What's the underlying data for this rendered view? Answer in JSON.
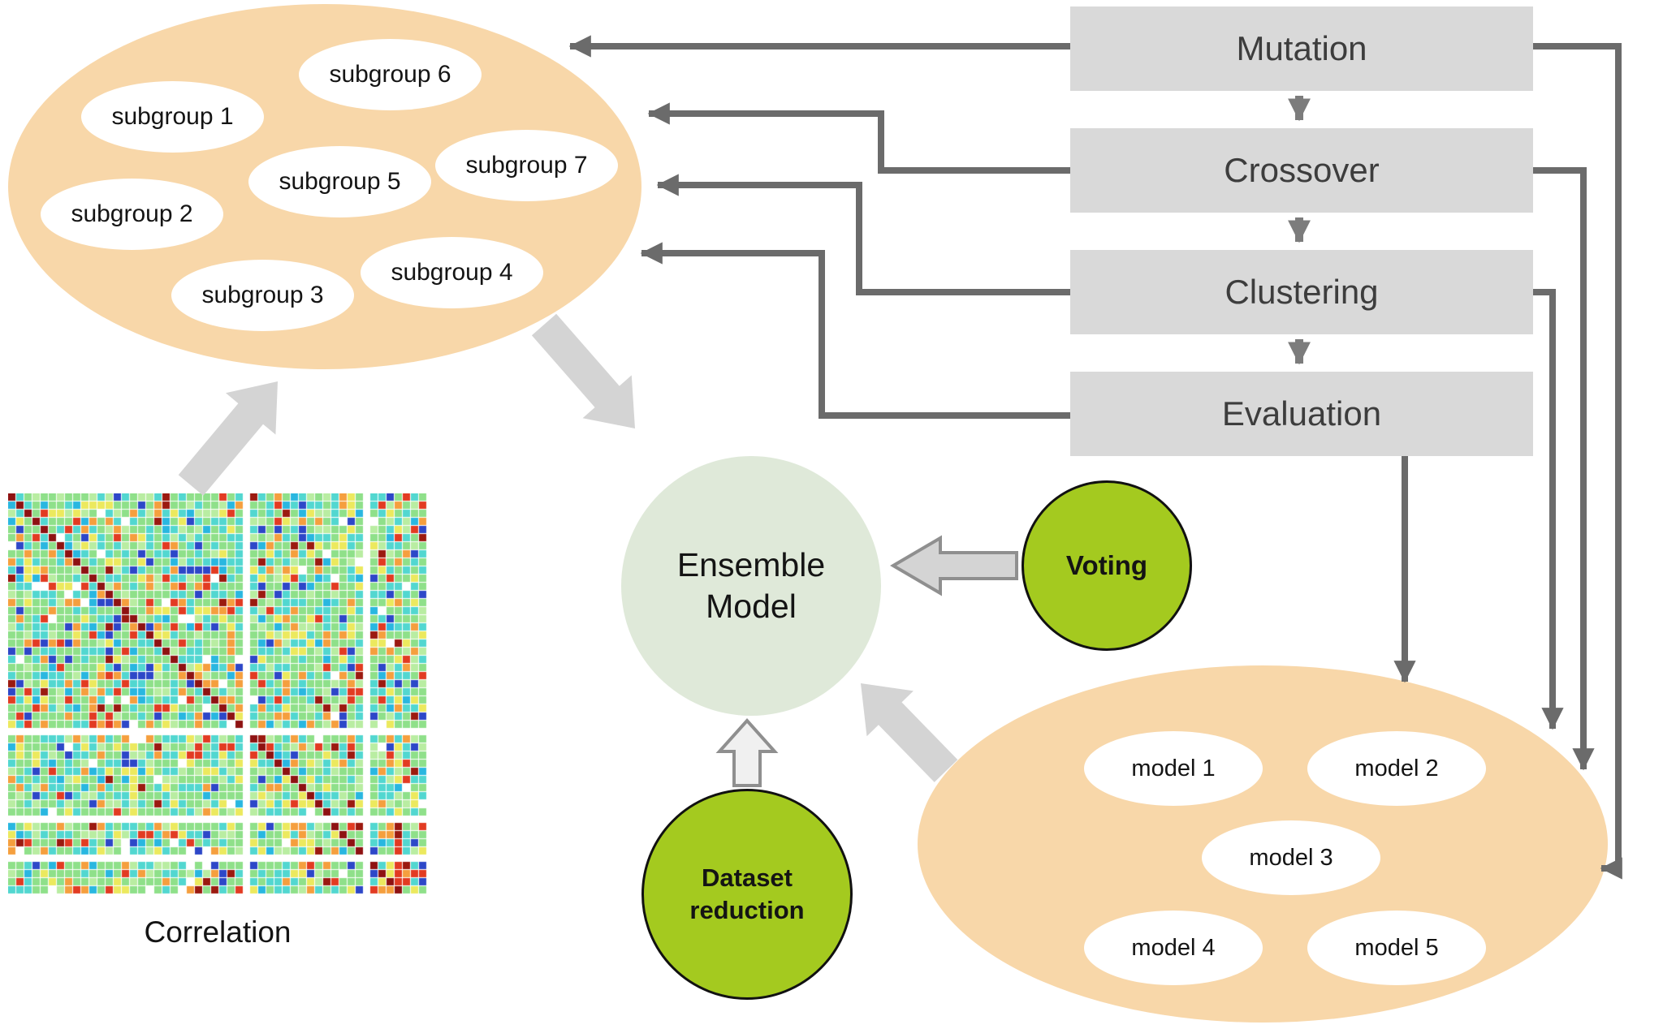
{
  "colors": {
    "peach": "#f8d7a9",
    "node-white": "#ffffff",
    "box-gray": "#d9d9d9",
    "box-text": "#3d3d3d",
    "ensemble-green": "#dfe9d9",
    "accent-green": "#a4ca1f",
    "arrow-dark": "#6b6b6b",
    "arrow-mid": "#7c7c7c",
    "arrow-light": "#d4d4d4",
    "arrow-outline": "#8f8f8f",
    "text-dark": "#141414"
  },
  "pipeline": {
    "steps": [
      {
        "label": "Mutation"
      },
      {
        "label": "Crossover"
      },
      {
        "label": "Clustering"
      },
      {
        "label": "Evaluation"
      }
    ]
  },
  "subgroup_pool": {
    "subgroups": [
      {
        "label": "subgroup 1"
      },
      {
        "label": "subgroup 2"
      },
      {
        "label": "subgroup 3"
      },
      {
        "label": "subgroup 4"
      },
      {
        "label": "subgroup 5"
      },
      {
        "label": "subgroup 6"
      },
      {
        "label": "subgroup 7"
      }
    ]
  },
  "model_pool": {
    "models": [
      {
        "label": "model 1"
      },
      {
        "label": "model 2"
      },
      {
        "label": "model 3"
      },
      {
        "label": "model 4"
      },
      {
        "label": "model 5"
      }
    ]
  },
  "ensemble": {
    "line1": "Ensemble",
    "line2": "Model"
  },
  "voting": {
    "label": "Voting"
  },
  "dataset_reduction": {
    "line1": "Dataset",
    "line2": "reduction"
  },
  "correlation": {
    "label": "Correlation",
    "heatmap": {
      "cell": 10,
      "gap": 8,
      "col_groups": [
        29,
        14,
        7
      ],
      "row_groups": [
        29,
        10,
        4,
        4
      ],
      "seed": 1234567,
      "diagonal_color": "#8e1212",
      "palette": [
        {
          "c": "#8fe08a",
          "w": 0.36
        },
        {
          "c": "#b9eda2",
          "w": 0.1
        },
        {
          "c": "#52d7d0",
          "w": 0.2
        },
        {
          "c": "#29b7e0",
          "w": 0.05
        },
        {
          "c": "#ece95e",
          "w": 0.08
        },
        {
          "c": "#f59f3e",
          "w": 0.07
        },
        {
          "c": "#e23b22",
          "w": 0.05
        },
        {
          "c": "#9b1a10",
          "w": 0.02
        },
        {
          "c": "#2d47c8",
          "w": 0.04
        },
        {
          "c": "#ffffff",
          "w": 0.03
        }
      ],
      "hot_block_palette": [
        {
          "c": "#e23b22",
          "w": 0.2
        },
        {
          "c": "#f59f3e",
          "w": 0.16
        },
        {
          "c": "#2d47c8",
          "w": 0.16
        },
        {
          "c": "#9b1a10",
          "w": 0.08
        },
        {
          "c": "#52d7d0",
          "w": 0.14
        },
        {
          "c": "#8fe08a",
          "w": 0.16
        },
        {
          "c": "#ece95e",
          "w": 0.1
        }
      ]
    }
  }
}
